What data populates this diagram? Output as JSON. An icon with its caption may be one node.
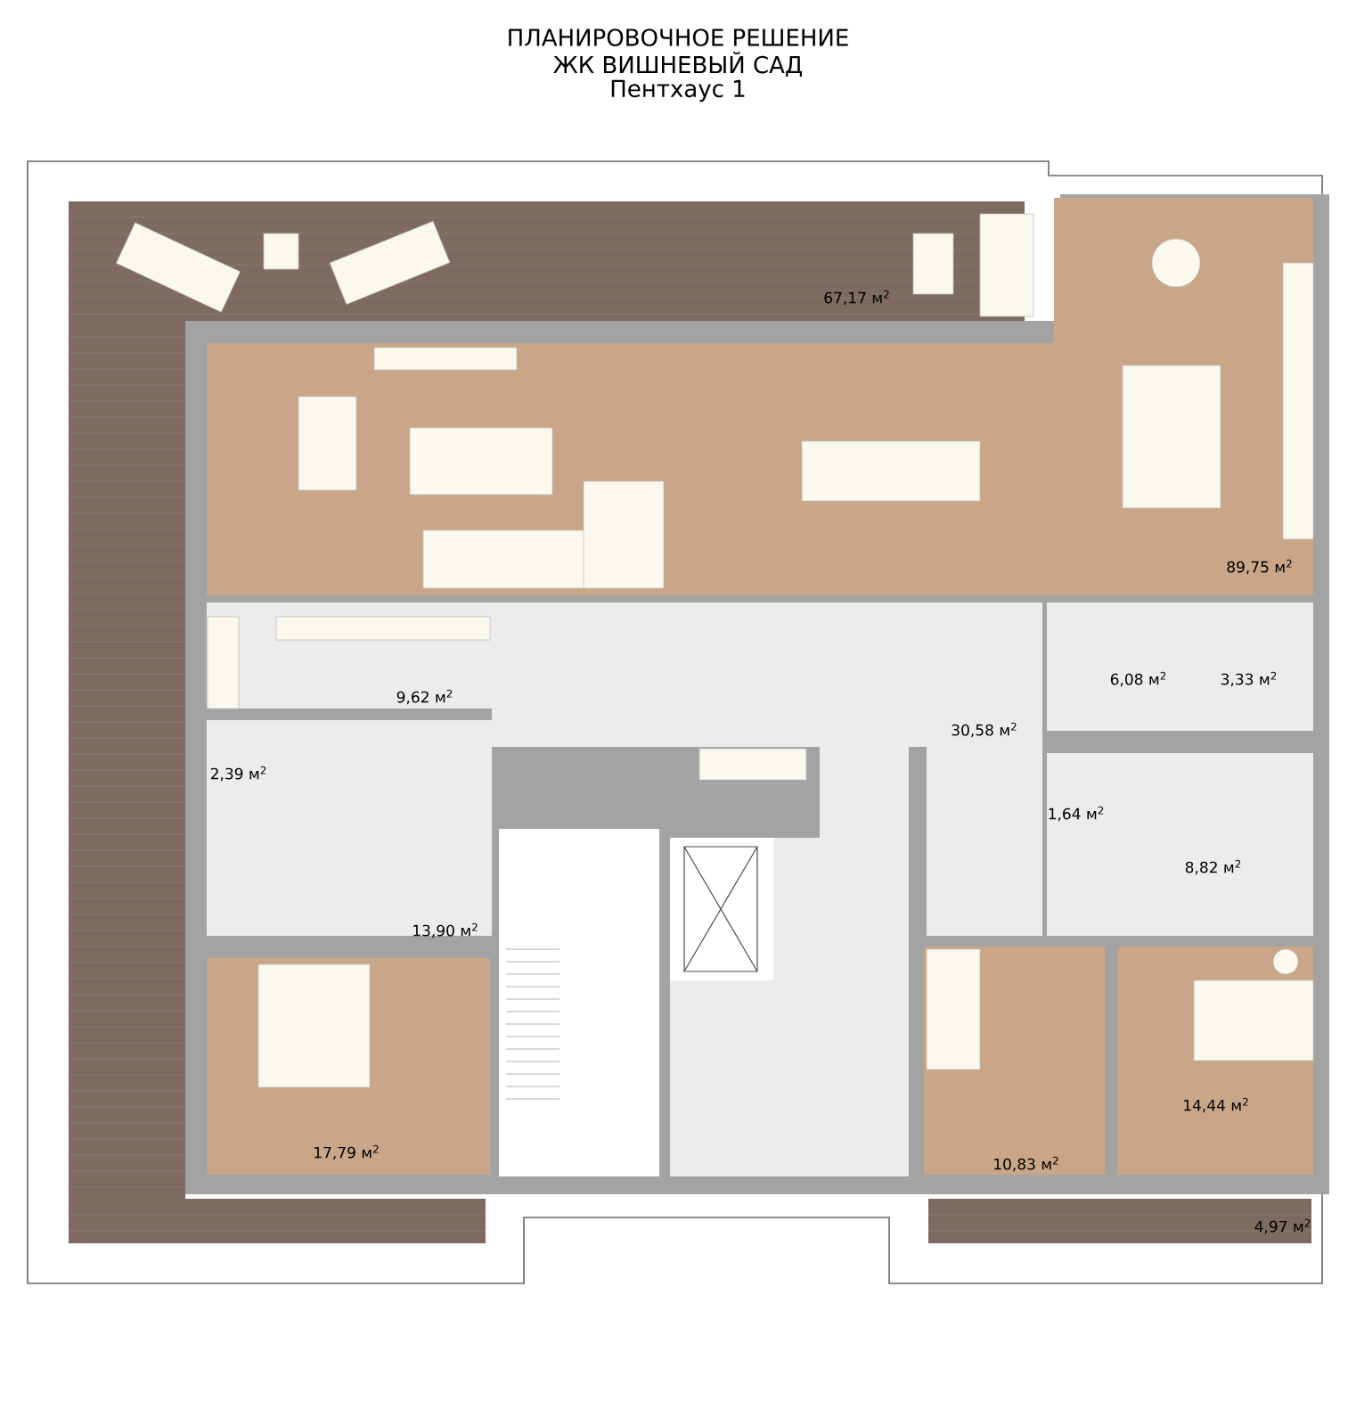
{
  "diagram": {
    "title": "ПЛАНИРОВОЧНОЕ РЕШЕНИЕ",
    "labels": [
      "ЖК ВИШНЕВЫЙ САД",
      "Пентхаус 1",
      "67,17 м$^{2}$",
      "89,75 м$^{2}$",
      "9,62 м$^{2}$",
      "6,08 м$^{2}$",
      "3,33 м$^{2}$",
      "30,58 м$^{2}$",
      "2,39 м$^{2}$",
      "1,64 м$^{2}$",
      "8,82 м$^{2}$",
      "13,90 м$^{2}$",
      "14,44 м$^{2}$",
      "17,79 м$^{2}$",
      "10,83 м$^{2}$",
      "4,97 м$^{2}$"
    ]
  }
}
